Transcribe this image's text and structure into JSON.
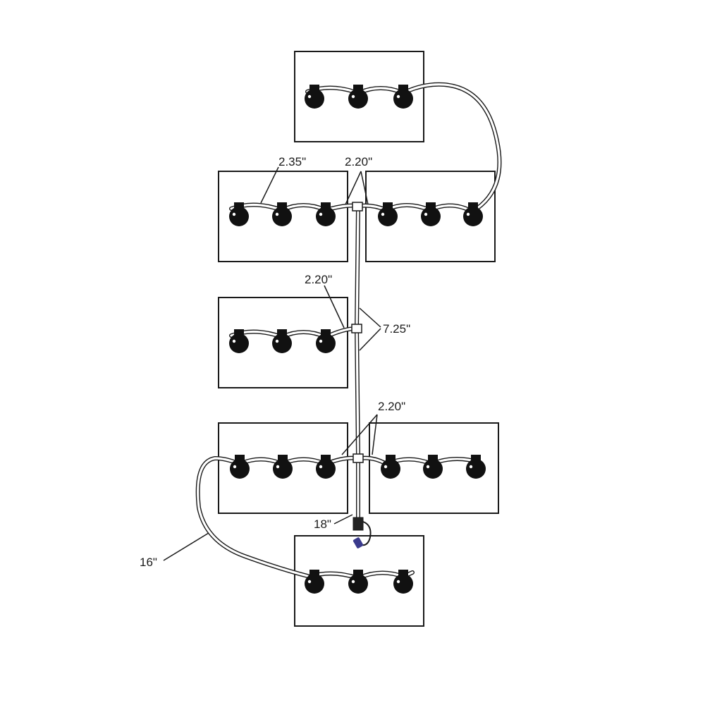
{
  "diagram": {
    "labels": {
      "top_left_span": "2.35\"",
      "top_tee_span": "2.20\"",
      "middle_tee_span": "2.20\"",
      "trunk_span": "7.25\"",
      "lower_tee_span": "2.20\"",
      "outlet_length": "18\"",
      "bottom_loop_length": "16\""
    },
    "battery_count": 7,
    "caps_per_battery": 3,
    "colors": {
      "line": "#1a1a1a",
      "cap": "#111111",
      "fitting_accent": "#3a3a8c"
    }
  }
}
